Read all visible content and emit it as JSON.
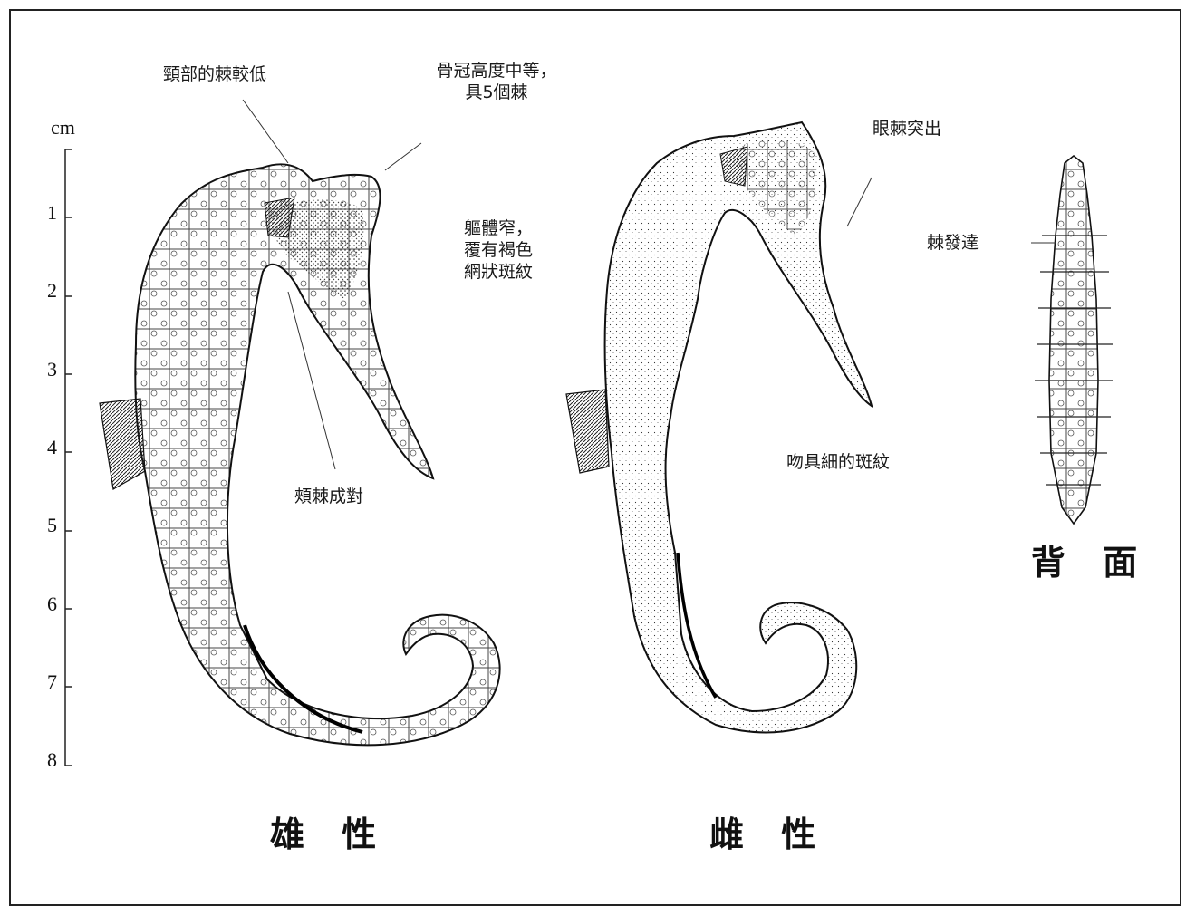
{
  "scale": {
    "unit": "cm",
    "ticks": [
      "1",
      "2",
      "3",
      "4",
      "5",
      "6",
      "7",
      "8"
    ]
  },
  "annotations": {
    "neck_spines": "頸部的棘較低",
    "coronet_line1": "骨冠高度中等，",
    "coronet_line2": "具5個棘",
    "body_line1": "軀體窄，",
    "body_line2": "覆有褐色",
    "body_line3": "網狀斑紋",
    "cheek_spines": "頰棘成對",
    "eye_spines": "眼棘突出",
    "snout_pattern": "吻具細的斑紋",
    "spines_developed": "棘發達"
  },
  "titles": {
    "male": "雄 性",
    "female": "雌 性",
    "dorsal": "背 面"
  }
}
